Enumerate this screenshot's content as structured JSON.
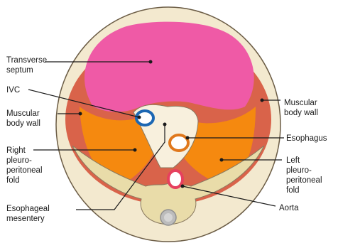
{
  "labels": {
    "transverse_septum": [
      "Transverse",
      "septum"
    ],
    "ivc": [
      "IVC"
    ],
    "muscular_body_wall_left": [
      "Muscular",
      "body wall"
    ],
    "right_pleuroperitoneal_fold": [
      "Right",
      "pleuro-",
      "peritoneal",
      "fold"
    ],
    "esophageal_mesentery": [
      "Esophageal",
      "mesentery"
    ],
    "muscular_body_wall_right": [
      "Muscular",
      "body wall"
    ],
    "esophagus": [
      "Esophagus"
    ],
    "left_pleuroperitoneal_fold": [
      "Left",
      "pleuro-",
      "peritoneal",
      "fold"
    ],
    "aorta": [
      "Aorta"
    ]
  },
  "colors": {
    "outer_body": "#f3e9cf",
    "outline": "#6b5c45",
    "muscular_wall": "#d9634a",
    "transverse_septum": "#ef5aa6",
    "pleuroperitoneal_fold": "#f5890f",
    "mesentery": "#f8f0dd",
    "vertebra": "#e9dca9",
    "ivc_ring": "#1c67b3",
    "esophagus_ring": "#e0781c",
    "aorta_ring": "#e6405e"
  }
}
